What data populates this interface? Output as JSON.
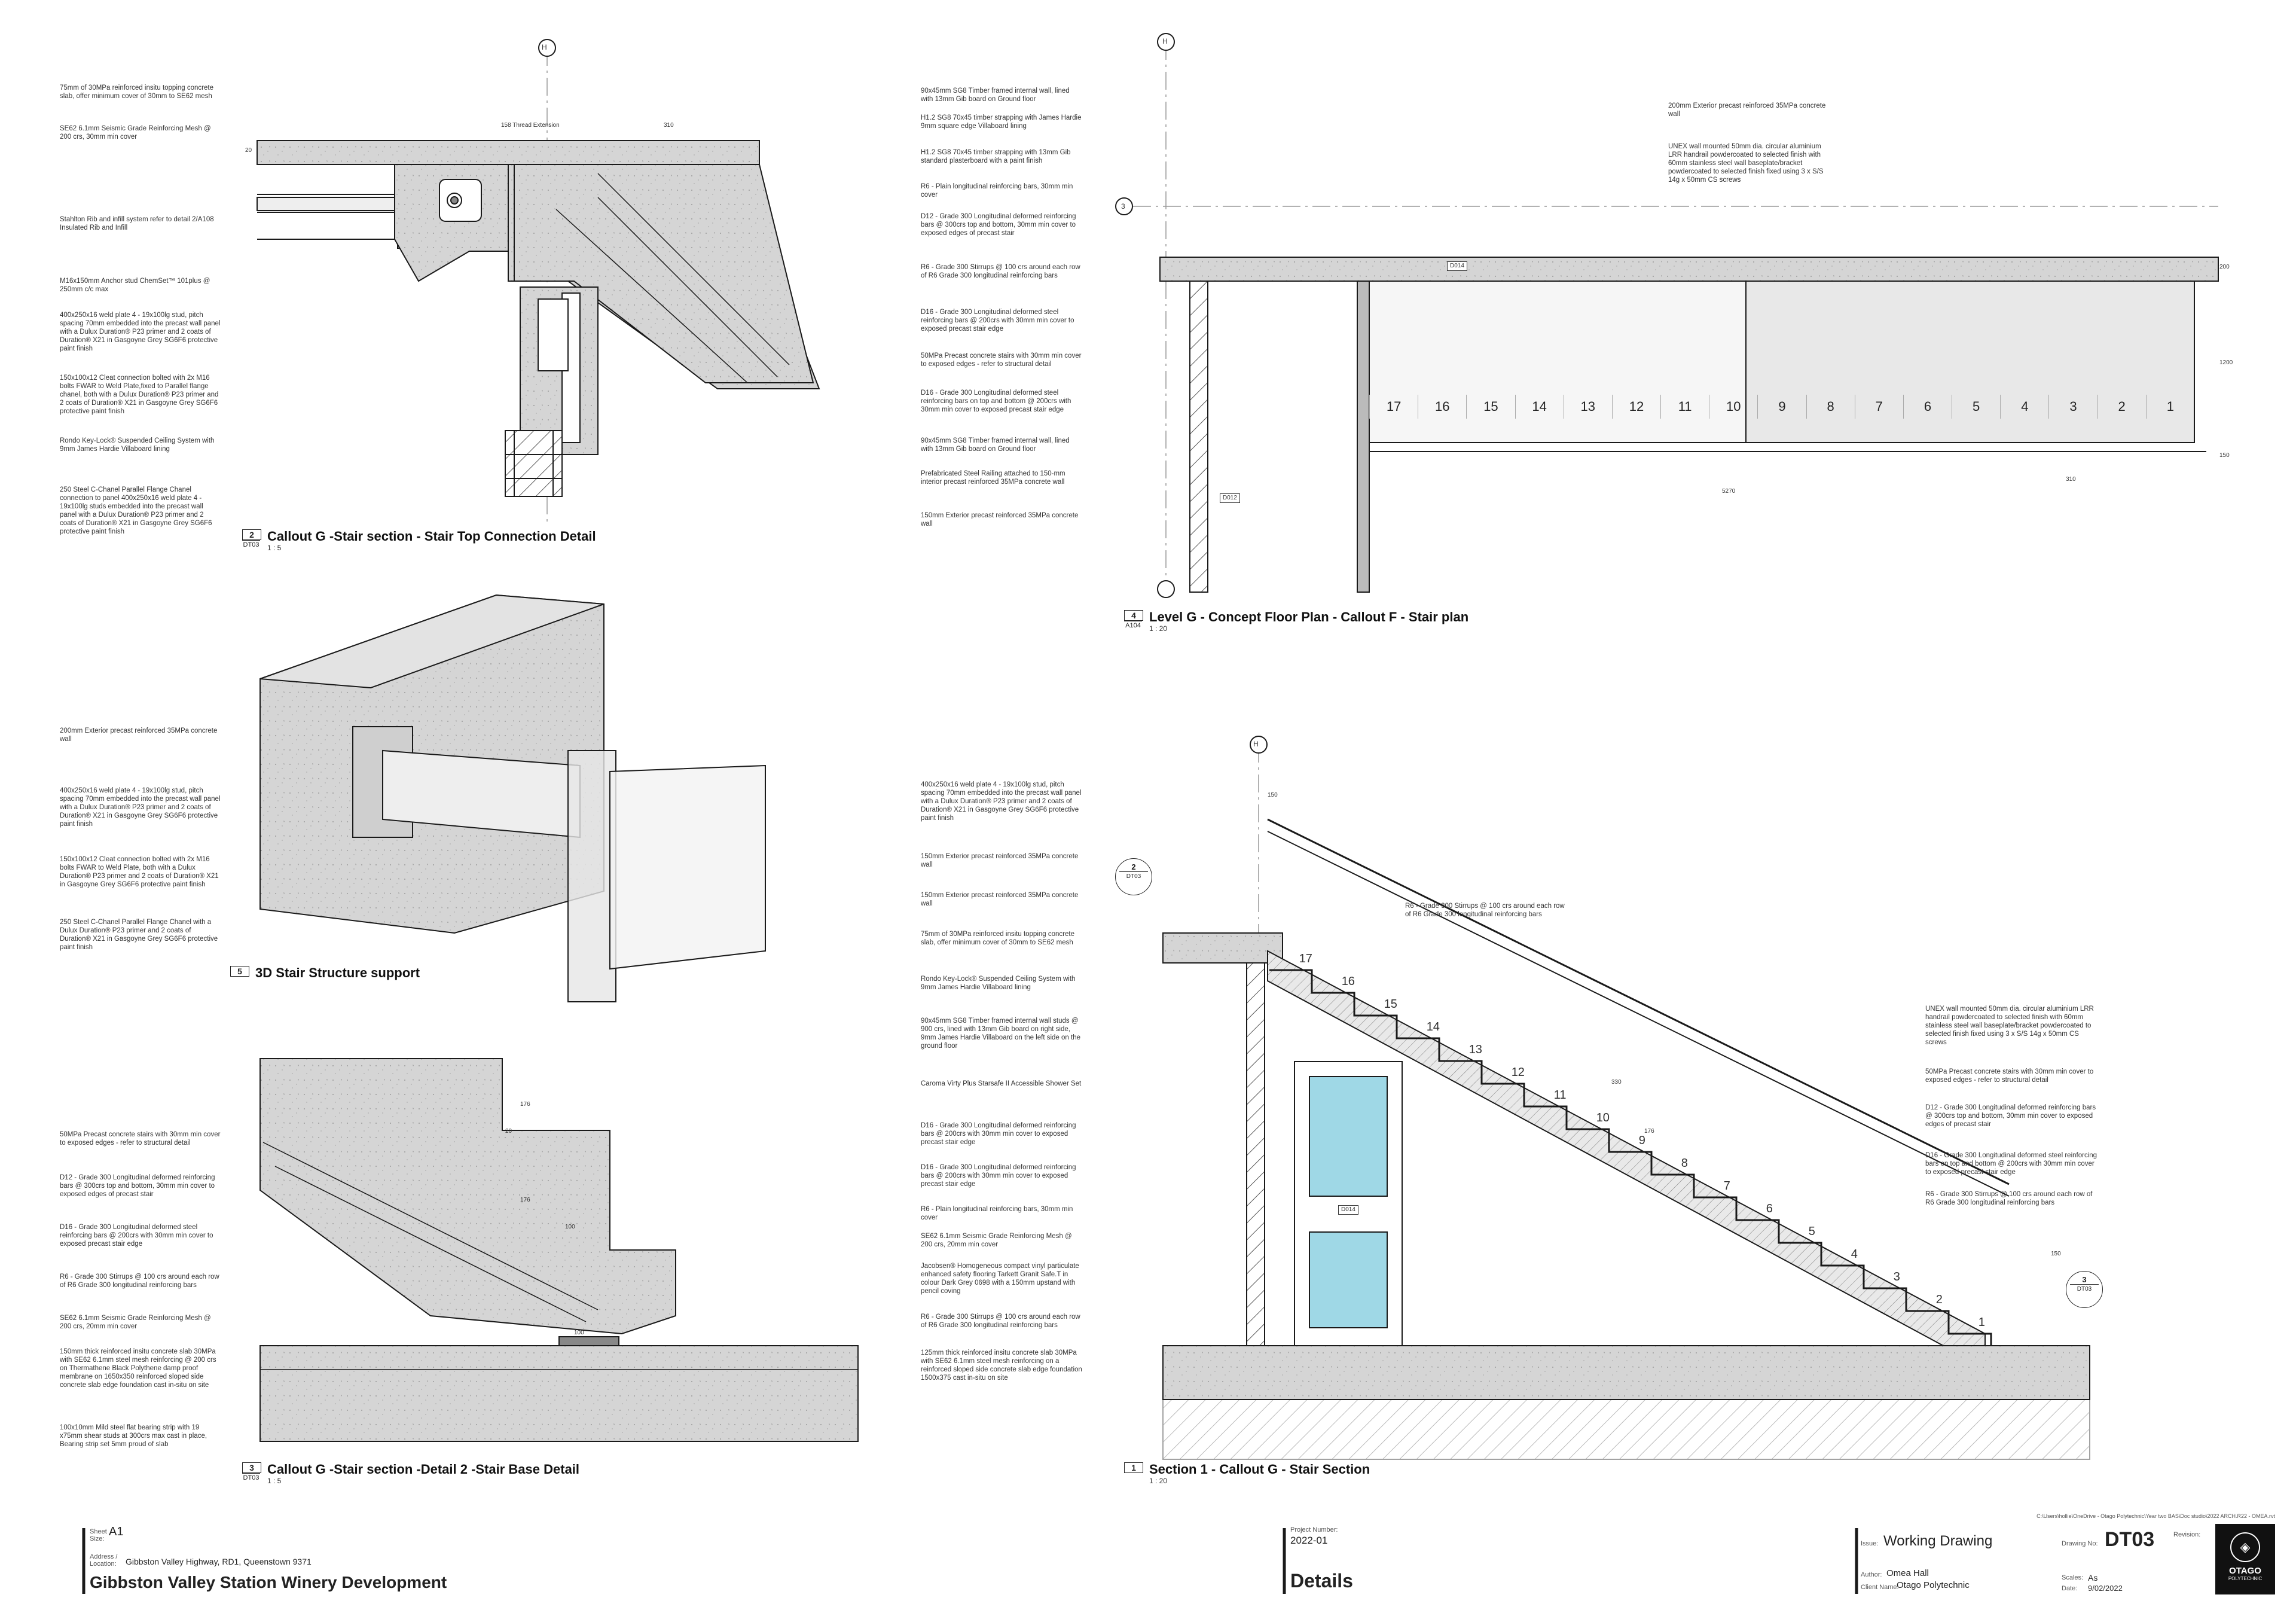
{
  "callout2": {
    "number": "2",
    "ref": "DT03",
    "title": "Callout G -Stair section - Stair Top Connection Detail",
    "scale": "1 : 5",
    "left_notes": [
      "75mm of 30MPa reinforced insitu topping concrete slab, offer minimum cover of 30mm to SE62 mesh",
      "SE62 6.1mm Seismic Grade Reinforcing Mesh @ 200 crs, 30mm min cover",
      "Stahlton Rib and infill system refer to detail 2/A108 Insulated Rib and Infill",
      "M16x150mm Anchor stud ChemSet™ 101plus @ 250mm c/c max",
      "400x250x16 weld plate 4 - 19x100lg stud, pitch spacing 70mm embedded into the precast wall panel with a Dulux Duration® P23 primer and 2 coats of Duration® X21 in Gasgoyne Grey SG6F6 protective paint finish",
      "150x100x12 Cleat connection bolted with 2x M16 bolts FWAR to Weld Plate,fixed to Parallel flange chanel, both with a Dulux Duration® P23 primer and 2 coats of Duration® X21 in Gasgoyne Grey SG6F6 protective paint finish",
      "Rondo Key-Lock® Suspended Ceiling System with 9mm James Hardie Villaboard lining",
      "250 Steel C-Chanel Parallel Flange Chanel connection to panel 400x250x16 weld plate 4 - 19x100lg studs embedded into the precast wall panel with a Dulux Duration® P23 primer and 2 coats of Duration® X21 in Gasgoyne Grey SG6F6 protective paint finish"
    ],
    "right_notes": [
      "90x45mm SG8 Timber framed internal wall, lined with 13mm Gib board on Ground floor",
      "H1.2 SG8 70x45 timber strapping with James Hardie 9mm square edge Villaboard lining",
      "H1.2 SG8 70x45 timber strapping with 13mm Gib standard plasterboard with a paint finish",
      "R6 - Plain longitudinal reinforcing bars, 30mm min cover",
      "D12 - Grade 300 Longitudinal deformed reinforcing bars @ 300crs top and bottom, 30mm min cover to exposed edges of precast stair",
      "R6 - Grade 300 Stirrups @ 100 crs around each row of R6 Grade 300 longitudinal reinforcing bars",
      "D16 - Grade 300 Longitudinal deformed steel reinforcing bars @ 200crs with 30mm min cover to exposed precast stair edge",
      "50MPa Precast concrete stairs with 30mm min cover to exposed edges - refer to structural detail",
      "D16 - Grade 300 Longitudinal deformed steel reinforcing bars on top and bottom @ 200crs with 30mm min cover to exposed precast stair edge",
      "90x45mm SG8 Timber framed internal wall, lined with 13mm Gib board on Ground floor",
      "Prefabricated Steel Railing attached to 150-mm interior precast reinforced 35MPa concrete wall",
      "150mm Exterior precast reinforced 35MPa concrete wall"
    ],
    "dims": [
      "158 Thread Extension",
      "310",
      "20"
    ]
  },
  "callout4": {
    "number": "4",
    "ref": "A104",
    "title": "Level G - Concept Floor Plan - Callout F - Stair plan",
    "scale": "1 : 20",
    "notes": [
      "200mm Exterior precast reinforced 35MPa concrete wall",
      "UNEX wall mounted 50mm dia. circular aluminium LRR handrail powdercoated to selected finish with 60mm stainless steel wall baseplate/bracket powdercoated to selected finish fixed using 3 x S/S 14g x 50mm CS screws"
    ],
    "treads": [
      "17",
      "16",
      "15",
      "14",
      "13",
      "12",
      "11",
      "10",
      "9",
      "8",
      "7",
      "6",
      "5",
      "4",
      "3",
      "2",
      "1"
    ],
    "doors": [
      "D014",
      "D012"
    ],
    "grids": [
      "H",
      "3"
    ],
    "dims": [
      "200",
      "1200",
      "150",
      "310",
      "5270"
    ]
  },
  "callout5": {
    "number": "5",
    "title": "3D Stair Structure support",
    "left_notes": [
      "200mm Exterior precast reinforced 35MPa concrete wall",
      "400x250x16 weld plate 4 - 19x100lg stud, pitch spacing 70mm embedded into the precast wall panel with a Dulux Duration® P23 primer and 2 coats of Duration® X21 in Gasgoyne Grey SG6F6 protective paint finish",
      "150x100x12 Cleat connection bolted with 2x M16 bolts FWAR to Weld Plate, both with a Dulux Duration® P23 primer and 2 coats of Duration® X21 in Gasgoyne Grey SG6F6 protective paint finish",
      "250 Steel C-Chanel Parallel Flange Chanel with a Dulux Duration® P23 primer and 2 coats of Duration® X21 in Gasgoyne Grey SG6F6 protective paint finish"
    ],
    "right_notes": [
      "400x250x16 weld plate 4 - 19x100lg stud, pitch spacing 70mm embedded into the precast wall panel with a Dulux Duration® P23 primer and 2 coats of Duration® X21 in Gasgoyne Grey SG6F6 protective paint finish",
      "150mm Exterior precast reinforced 35MPa concrete wall",
      "150mm Exterior precast reinforced 35MPa concrete wall"
    ]
  },
  "callout3": {
    "number": "3",
    "ref": "DT03",
    "title": "Callout G -Stair section -Detail 2 -Stair Base Detail",
    "scale": "1 : 5",
    "left_notes": [
      "50MPa Precast concrete stairs with 30mm min cover to exposed edges - refer to structural detail",
      "D12 - Grade 300 Longitudinal deformed reinforcing bars @ 300crs top and bottom, 30mm min cover to exposed edges of precast stair",
      "D16 - Grade 300 Longitudinal deformed steel reinforcing bars @ 200crs with 30mm min cover to exposed precast stair edge",
      "R6 - Grade 300 Stirrups @ 100 crs around each row of R6 Grade 300 longitudinal reinforcing bars",
      "SE62 6.1mm Seismic Grade Reinforcing Mesh @ 200 crs, 20mm min cover",
      "150mm thick reinforced insitu concrete slab 30MPa with SE62 6.1mm steel mesh reinforcing @ 200 crs on Thermathene Black Polythene damp proof membrane on 1650x350 reinforced sloped side concrete slab edge foundation cast in-situ on site",
      "100x10mm  Mild steel flat bearing strip with 19 x75mm shear studs at 300crs max cast in place, Bearing strip set 5mm proud of slab"
    ],
    "right_notes": [
      "D16 - Grade 300 Longitudinal deformed reinforcing bars @ 200crs with 30mm min cover to exposed precast stair edge",
      "D16 - Grade 300 Longitudinal deformed reinforcing bars @ 200crs with 30mm min cover to exposed precast stair edge",
      "R6 - Plain longitudinal reinforcing bars, 30mm min cover",
      "SE62 6.1mm Seismic Grade Reinforcing Mesh @ 200 crs, 20mm min cover",
      "Jacobsen® Homogeneous compact vinyl particulate enhanced safety flooring Tarkett Granit Safe.T in colour Dark Grey 0698 with a 150mm upstand with pencil coving",
      "R6 - Grade 300 Stirrups @ 100 crs around each row of R6 Grade 300 longitudinal reinforcing bars",
      "125mm thick reinforced insitu concrete slab 30MPa with SE62 6.1mm steel mesh reinforcing on a reinforced sloped side concrete slab edge foundation 1500x375 cast in-situ on site"
    ],
    "dims": [
      "176",
      "20",
      "176",
      "100",
      "100"
    ]
  },
  "callout1": {
    "number": "1",
    "title": "Section 1 - Callout G - Stair Section",
    "scale": "1 : 20",
    "left_notes": [
      "75mm of 30MPa reinforced insitu topping concrete slab, offer minimum cover of 30mm to SE62 mesh",
      "Rondo Key-Lock® Suspended Ceiling System with 9mm James Hardie Villaboard lining",
      "90x45mm SG8 Timber framed internal wall studs @ 900 crs, lined with 13mm Gib board on right side, 9mm James Hardie Villaboard on the left side on the ground floor",
      "Caroma Virty Plus Starsafe II Accessible Shower Set"
    ],
    "top_note": "R6 - Grade 300 Stirrups @ 100 crs around each row of R6 Grade 300 longitudinal reinforcing bars",
    "right_notes": [
      "UNEX wall mounted 50mm dia. circular aluminium LRR handrail powdercoated to selected finish with 60mm stainless steel wall baseplate/bracket powdercoated to selected finish fixed using 3 x S/S 14g x 50mm CS screws",
      "50MPa Precast concrete stairs with 30mm min cover to exposed edges - refer to structural detail",
      "D12 - Grade 300 Longitudinal deformed reinforcing bars @ 300crs top and bottom, 30mm min cover to exposed edges of precast stair",
      "D16 - Grade 300 Longitudinal deformed steel reinforcing bars on top and bottom @ 200crs with 30mm min cover to exposed precast stair edge",
      "R6 - Grade 300 Stirrups @ 100 crs around each row of R6 Grade 300 longitudinal reinforcing bars"
    ],
    "steps": [
      "17",
      "16",
      "15",
      "14",
      "13",
      "12",
      "11",
      "10",
      "9",
      "8",
      "7",
      "6",
      "5",
      "4",
      "3",
      "2",
      "1"
    ],
    "door": "D014",
    "callouts": [
      {
        "num": "2",
        "ref": "DT03"
      },
      {
        "num": "3",
        "ref": "DT03"
      }
    ],
    "dims": [
      "150",
      "330",
      "176",
      "150"
    ]
  },
  "titleblock": {
    "sheet_label": "Sheet Size:",
    "sheet_size": "A1",
    "address_label": "Address / Location:",
    "address": "Gibbston Valley Highway, RD1, Queenstown 9371",
    "project": "Gibbston Valley Station Winery Development",
    "project_number_label": "Project Number:",
    "project_number": "2022-01",
    "sheet_title": "Details",
    "path": "C:\\Users\\hollie\\OneDrive - Otago Polytechnic\\Year two BAS\\Doc studio\\2022 ARCH.R22 - OMEA.rvt",
    "issue_label": "Issue:",
    "issue": "Working Drawing",
    "drawing_no_label": "Drawing No:",
    "drawing_no": "DT03",
    "revision_label": "Revision:",
    "author_label": "Author:",
    "author": "Omea Hall",
    "client_label": "Client Name:",
    "client": "Otago Polytechnic",
    "scales_label": "Scales:",
    "scales": "As",
    "date_label": "Date:",
    "date": "9/02/2022",
    "logo_text": "OTAGO",
    "logo_sub": "POLYTECHNIC"
  },
  "colors": {
    "concrete": "#d6d6d6",
    "concrete_dark": "#c8c8c8",
    "line": "#1a1a1a",
    "glass": "#9fd8e6"
  }
}
